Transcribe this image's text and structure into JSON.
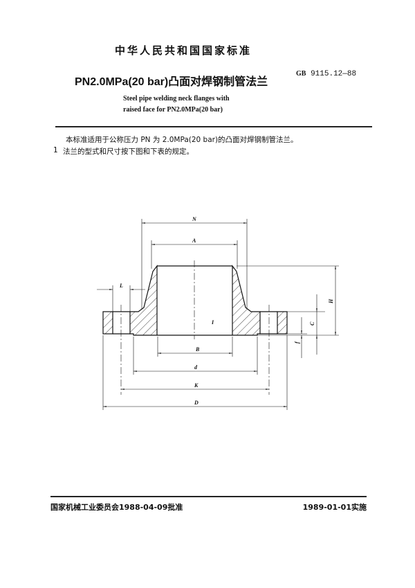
{
  "header": {
    "standard_type": "中华人民共和国国家标准",
    "title": "PN2.0MPa(20 bar)凸面对焊钢制管法兰",
    "code_prefix": "GB",
    "code": "9115.12—88",
    "english_title_line1": "Steel pipe welding neck flanges with",
    "english_title_line2": "raised face for PN2.0MPa(20 bar)"
  },
  "body": {
    "paragraph1": "本标准适用于公称压力 PN 为 2.0MPa(20 bar)的凸面对焊钢制管法兰。",
    "clause1_number": "1",
    "clause1_text": "法兰的型式和尺寸按下图和下表的规定。"
  },
  "drawing": {
    "labels": {
      "N": "N",
      "A": "A",
      "L": "L",
      "H": "H",
      "C": "C",
      "f": "f",
      "B": "B",
      "d": "d",
      "K": "K",
      "D": "D",
      "I": "I"
    }
  },
  "footer": {
    "approval": "国家机械工业委员会1988-04-09批准",
    "implementation": "1989-01-01实施"
  }
}
